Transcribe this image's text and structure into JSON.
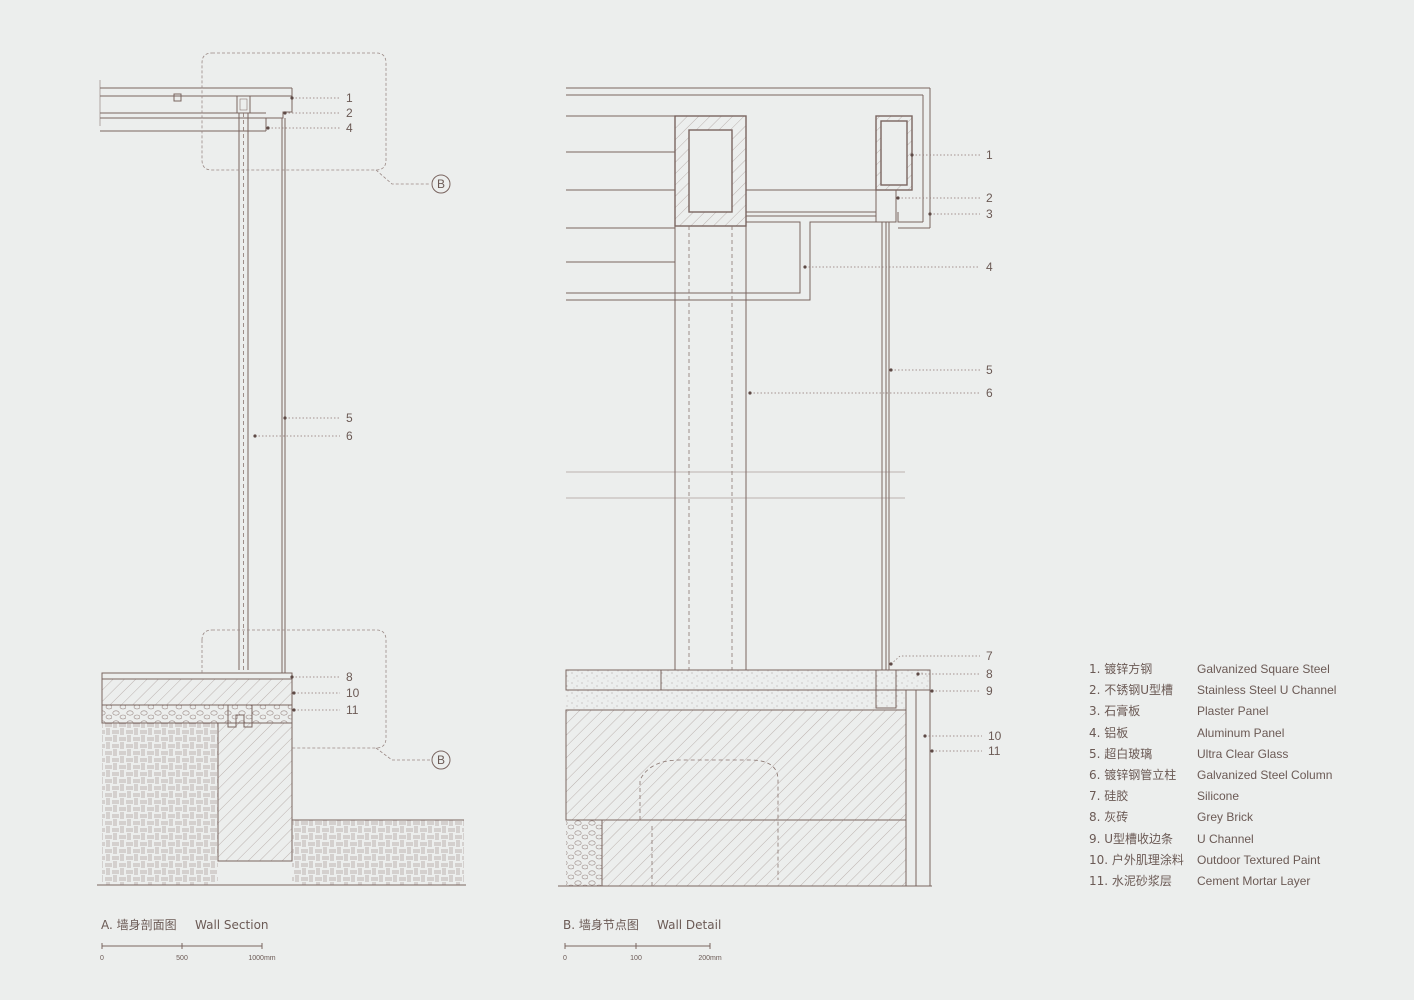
{
  "section_a": {
    "title_zh": "A. 墙身剖面图",
    "title_en": "Wall Section",
    "callouts": [
      "1",
      "2",
      "4",
      "5",
      "6",
      "8",
      "10",
      "11"
    ],
    "detail_marker": "B",
    "scale": [
      "0",
      "500",
      "1000mm"
    ]
  },
  "section_b": {
    "title_zh": "B. 墙身节点图",
    "title_en": "Wall Detail",
    "callouts": [
      "1",
      "2",
      "3",
      "4",
      "5",
      "6",
      "7",
      "8",
      "9",
      "10",
      "11"
    ],
    "scale": [
      "0",
      "100",
      "200mm"
    ]
  },
  "legend": [
    {
      "zh": "1. 镀锌方钢",
      "en": "Galvanized Square Steel"
    },
    {
      "zh": "2. 不锈钢U型槽",
      "en": "Stainless Steel U Channel"
    },
    {
      "zh": "3. 石膏板",
      "en": "Plaster Panel"
    },
    {
      "zh": "4. 铝板",
      "en": "Aluminum Panel"
    },
    {
      "zh": "5. 超白玻璃",
      "en": "Ultra Clear Glass"
    },
    {
      "zh": "6. 镀锌钢管立柱",
      "en": "Galvanized Steel Column"
    },
    {
      "zh": "7. 硅胶",
      "en": "Silicone"
    },
    {
      "zh": "8. 灰砖",
      "en": "Grey Brick"
    },
    {
      "zh": "9. U型槽收边条",
      "en": "U Channel"
    },
    {
      "zh": "10. 户外肌理涂料",
      "en": "Outdoor Textured Paint"
    },
    {
      "zh": "11. 水泥砂浆层",
      "en": "Cement Mortar Layer"
    }
  ]
}
